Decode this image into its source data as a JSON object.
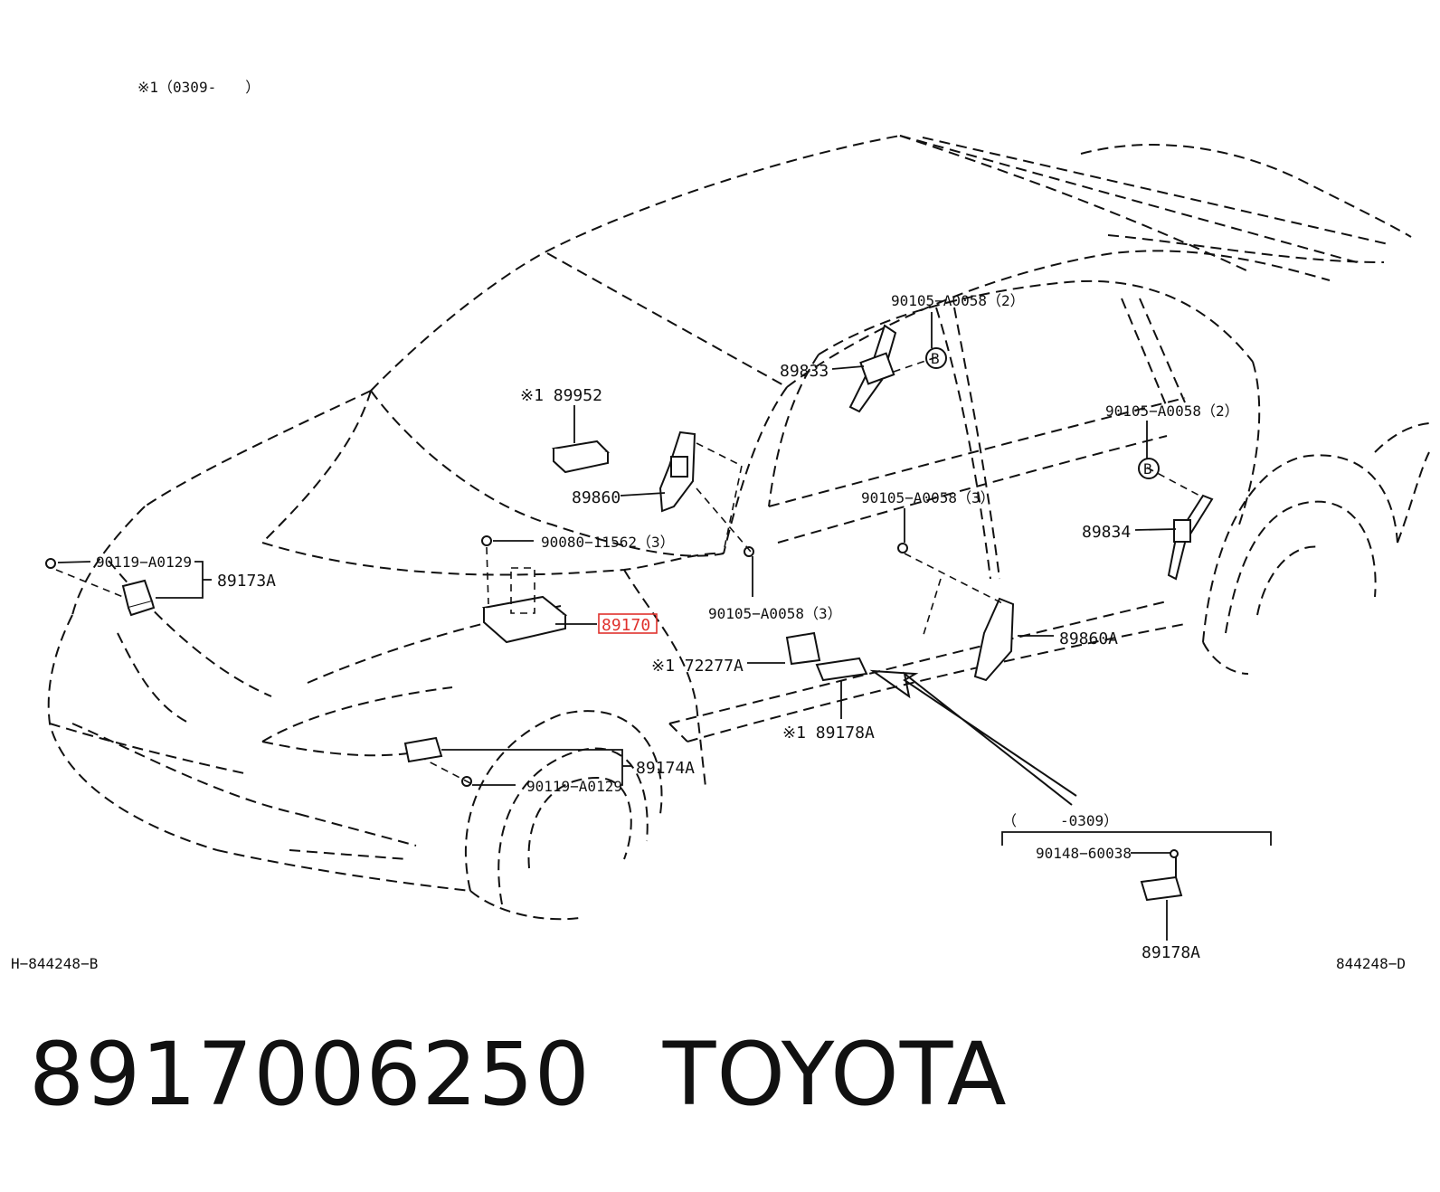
{
  "header": {
    "variant_note": "※1（0309-　　）"
  },
  "labels": {
    "l_90105_top": "90105−A0058（2）",
    "l_89833": "89833",
    "l_b_top": "B",
    "l_89952": "※1 89952",
    "l_90105_right": "90105−A0058（2）",
    "l_b_right": "B",
    "l_89860": "89860",
    "l_90105_mid": "90105−A0058（3）",
    "l_89834": "89834",
    "l_90080": "90080−11562（3）",
    "l_90119_top": "90119−A0129",
    "l_89173a": "89173A",
    "l_90105_low": "90105−A0058（3）",
    "l_89170": "89170",
    "l_89860a": "89860A",
    "l_72277a": "※1 72277A",
    "l_89178a_star": "※1 89178A",
    "l_89174a": "89174A",
    "l_90119_low": "90119−A0129",
    "l_variant_old": "（　　　-0309）",
    "l_90148": "90148−60038",
    "l_89178a": "89178A"
  },
  "footer": {
    "ref_left": "H−844248−B",
    "ref_right": "844248−D"
  },
  "title": {
    "part_number": "8917006250",
    "brand": "TOYOTA"
  },
  "colors": {
    "highlight": "#e0322d",
    "ink": "#111111"
  }
}
